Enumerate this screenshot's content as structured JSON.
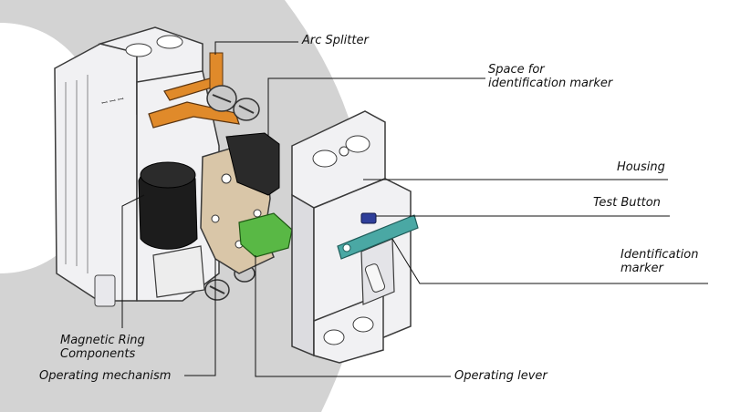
{
  "labels": {
    "arc_splitter": "Arc Splitter",
    "marker_space_line1": "Space for",
    "marker_space_line2": "identification marker",
    "housing": "Housing",
    "test_button": "Test Button",
    "id_marker_line1": "Identification",
    "id_marker_line2": "marker",
    "magnetic_line1": "Magnetic Ring",
    "magnetic_line2": "Components",
    "operating_mechanism": "Operating mechanism",
    "operating_lever": "Operating lever",
    "front_mark": "ꟷ ꟷ ꟷ"
  },
  "colors": {
    "background_arc": "#d3d3d3",
    "housing": "#f1f1f3",
    "outline": "#3a3a3a",
    "copper": "#e08a2a",
    "magnetic_ring": "#1c1c1c",
    "mechanism": "#d9c6a8",
    "operating_lever": "#59b845",
    "test_button": "#2f3f9a",
    "identification_marker": "#4aa8a4",
    "terminal_screw": "#c9c9c9"
  }
}
